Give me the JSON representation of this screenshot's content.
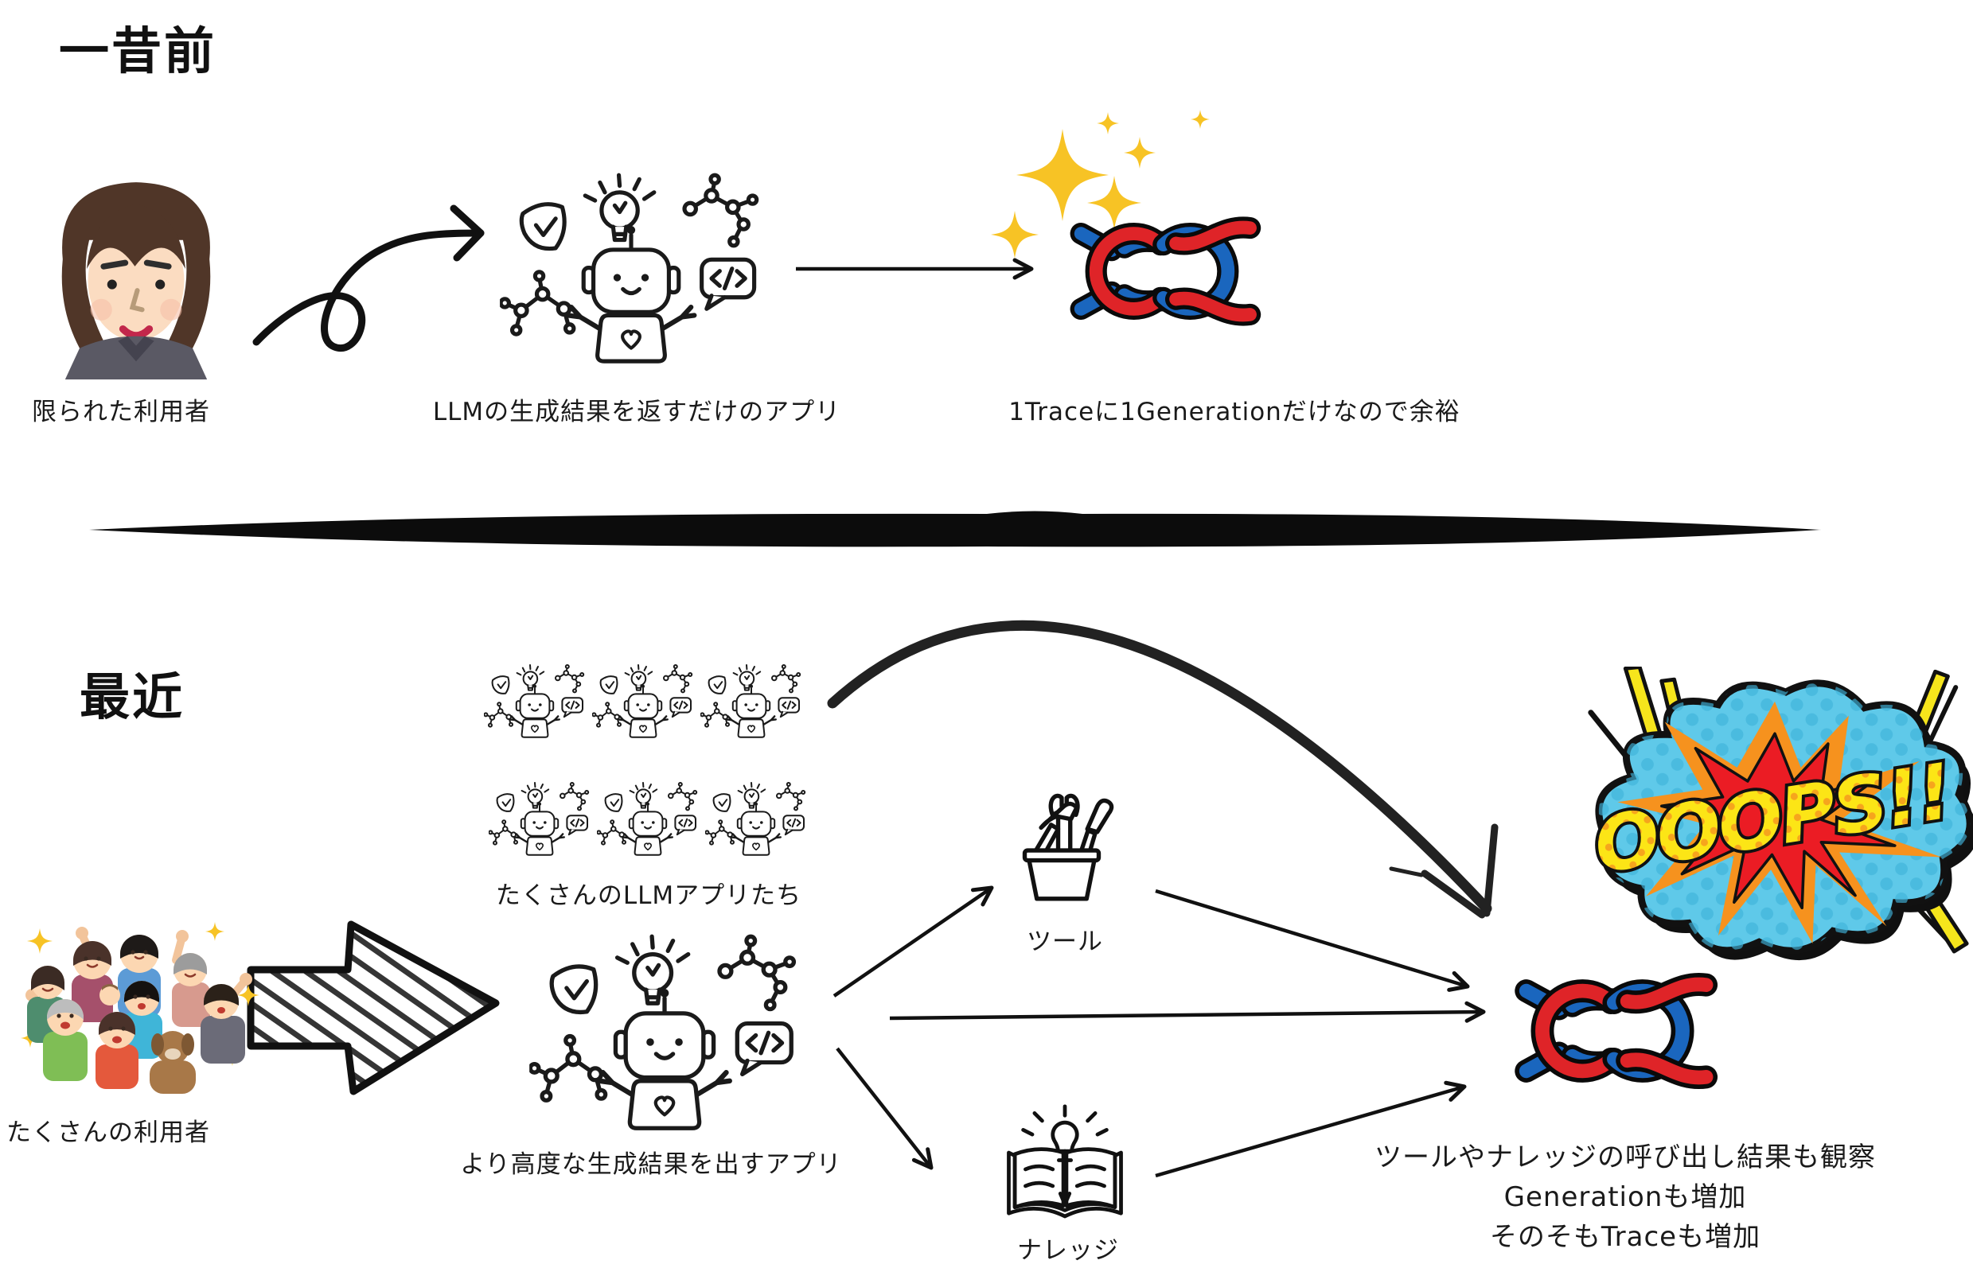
{
  "sections": {
    "past": {
      "title": "一昔前",
      "user_label": "限られた利用者",
      "app_label": "LLMの生成結果を返すだけのアプリ",
      "trace_note": "1Traceに1Generationだけなので余裕"
    },
    "recent": {
      "title": "最近",
      "apps_label": "たくさんのLLMアプリたち",
      "users_label": "たくさんの利用者",
      "app_label": "より高度な生成結果を出すアプリ",
      "tool_label": "ツール",
      "knowledge_label": "ナレッジ",
      "oops_text": "OOOPS!!",
      "observation_line1": "ツールやナレッジの呼び出し結果も観察",
      "observation_line2": "Generationも増加",
      "observation_line3": "そのそもTraceも増加"
    }
  },
  "colors": {
    "ink": "#1a1a1a",
    "knot_red": "#DF2428",
    "knot_blue": "#1A66BE",
    "sparkle_gold": "#F7C325",
    "oops_cloud": "#5FC9E9",
    "oops_cloud_dot": "#3FB3DA",
    "burst_orange": "#F6921E",
    "burst_red": "#EB1C24",
    "oops_yellow": "#FCE516"
  }
}
